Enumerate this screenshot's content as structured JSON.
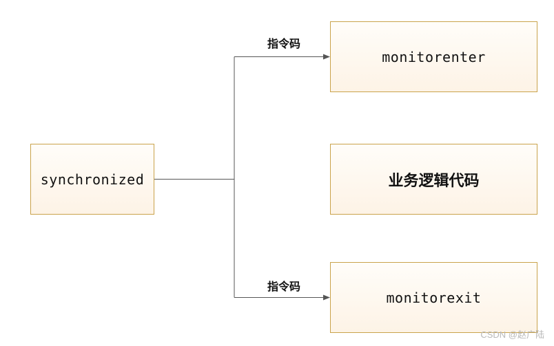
{
  "nodes": {
    "synchronized": "synchronized",
    "monitorenter": "monitorenter",
    "business_logic": "业务逻辑代码",
    "monitorexit": "monitorexit"
  },
  "edge_labels": {
    "to_enter": "指令码",
    "to_exit": "指令码"
  },
  "watermark": "CSDN @赵广陆",
  "colors": {
    "box_border": "#c9a24a",
    "box_fill_top": "#fffdf9",
    "box_fill_bottom": "#fdf3e6",
    "line": "#555555"
  }
}
